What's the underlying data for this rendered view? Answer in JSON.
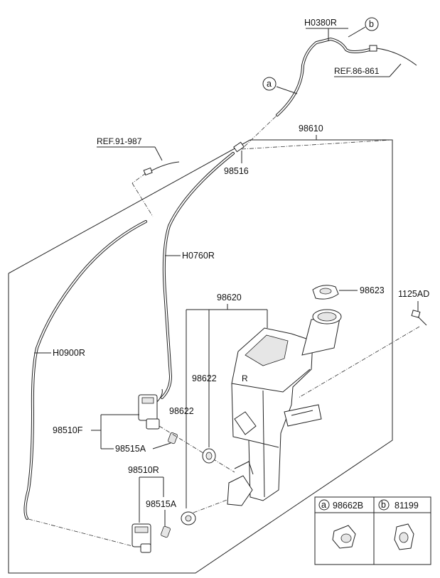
{
  "labels": {
    "h0380r": "H0380R",
    "ref86": "REF.86-861",
    "ref91": "REF.91-987",
    "p98610": "98610",
    "p98516": "98516",
    "h0760r": "H0760R",
    "h0900r": "H0900R",
    "p98620": "98620",
    "p98623": "98623",
    "p1125ad": "1125AD",
    "p98622a": "98622",
    "p98622b": "98622",
    "p98510f": "98510F",
    "p98515a_top": "98515A",
    "p98510r": "98510R",
    "p98515a_bot": "98515A"
  },
  "callouts": {
    "a": "a",
    "b": "b"
  },
  "legend": {
    "a_letter": "a",
    "a_part": "98662B",
    "b_letter": "b",
    "b_part": "81199"
  }
}
